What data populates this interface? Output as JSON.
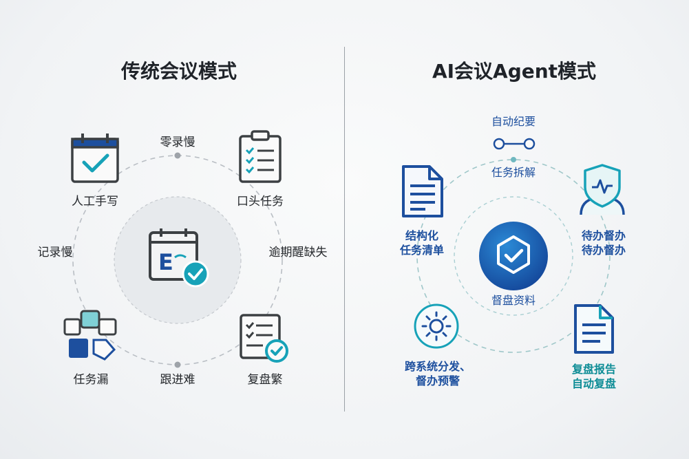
{
  "left": {
    "title": "传统会议模式",
    "labels": {
      "manual": "人工手写",
      "slow_zero": "零录慢",
      "oral": "口头任务",
      "record_slow": "记录慢",
      "overdue": "逾期醒缺失",
      "task_leak": "任务漏",
      "follow_hard": "跟进难",
      "review_busy": "复盘繁"
    }
  },
  "right": {
    "title": "AI会议Agent模式",
    "labels": {
      "auto_minutes": "自动纪要",
      "task_split": "任务拆解",
      "structured_1": "结构化",
      "structured_2": "任务清单",
      "todo_1": "待办督办",
      "todo_2": "待办督办",
      "review_data": "督盘资料",
      "cross_1": "跨系统分发、",
      "cross_2": "督办预警",
      "report_1": "复盘报告",
      "report_2": "自动复盘"
    }
  },
  "colors": {
    "navy": "#1d4f9e",
    "teal": "#17a2b8",
    "gray_icon": "#3c4043"
  }
}
